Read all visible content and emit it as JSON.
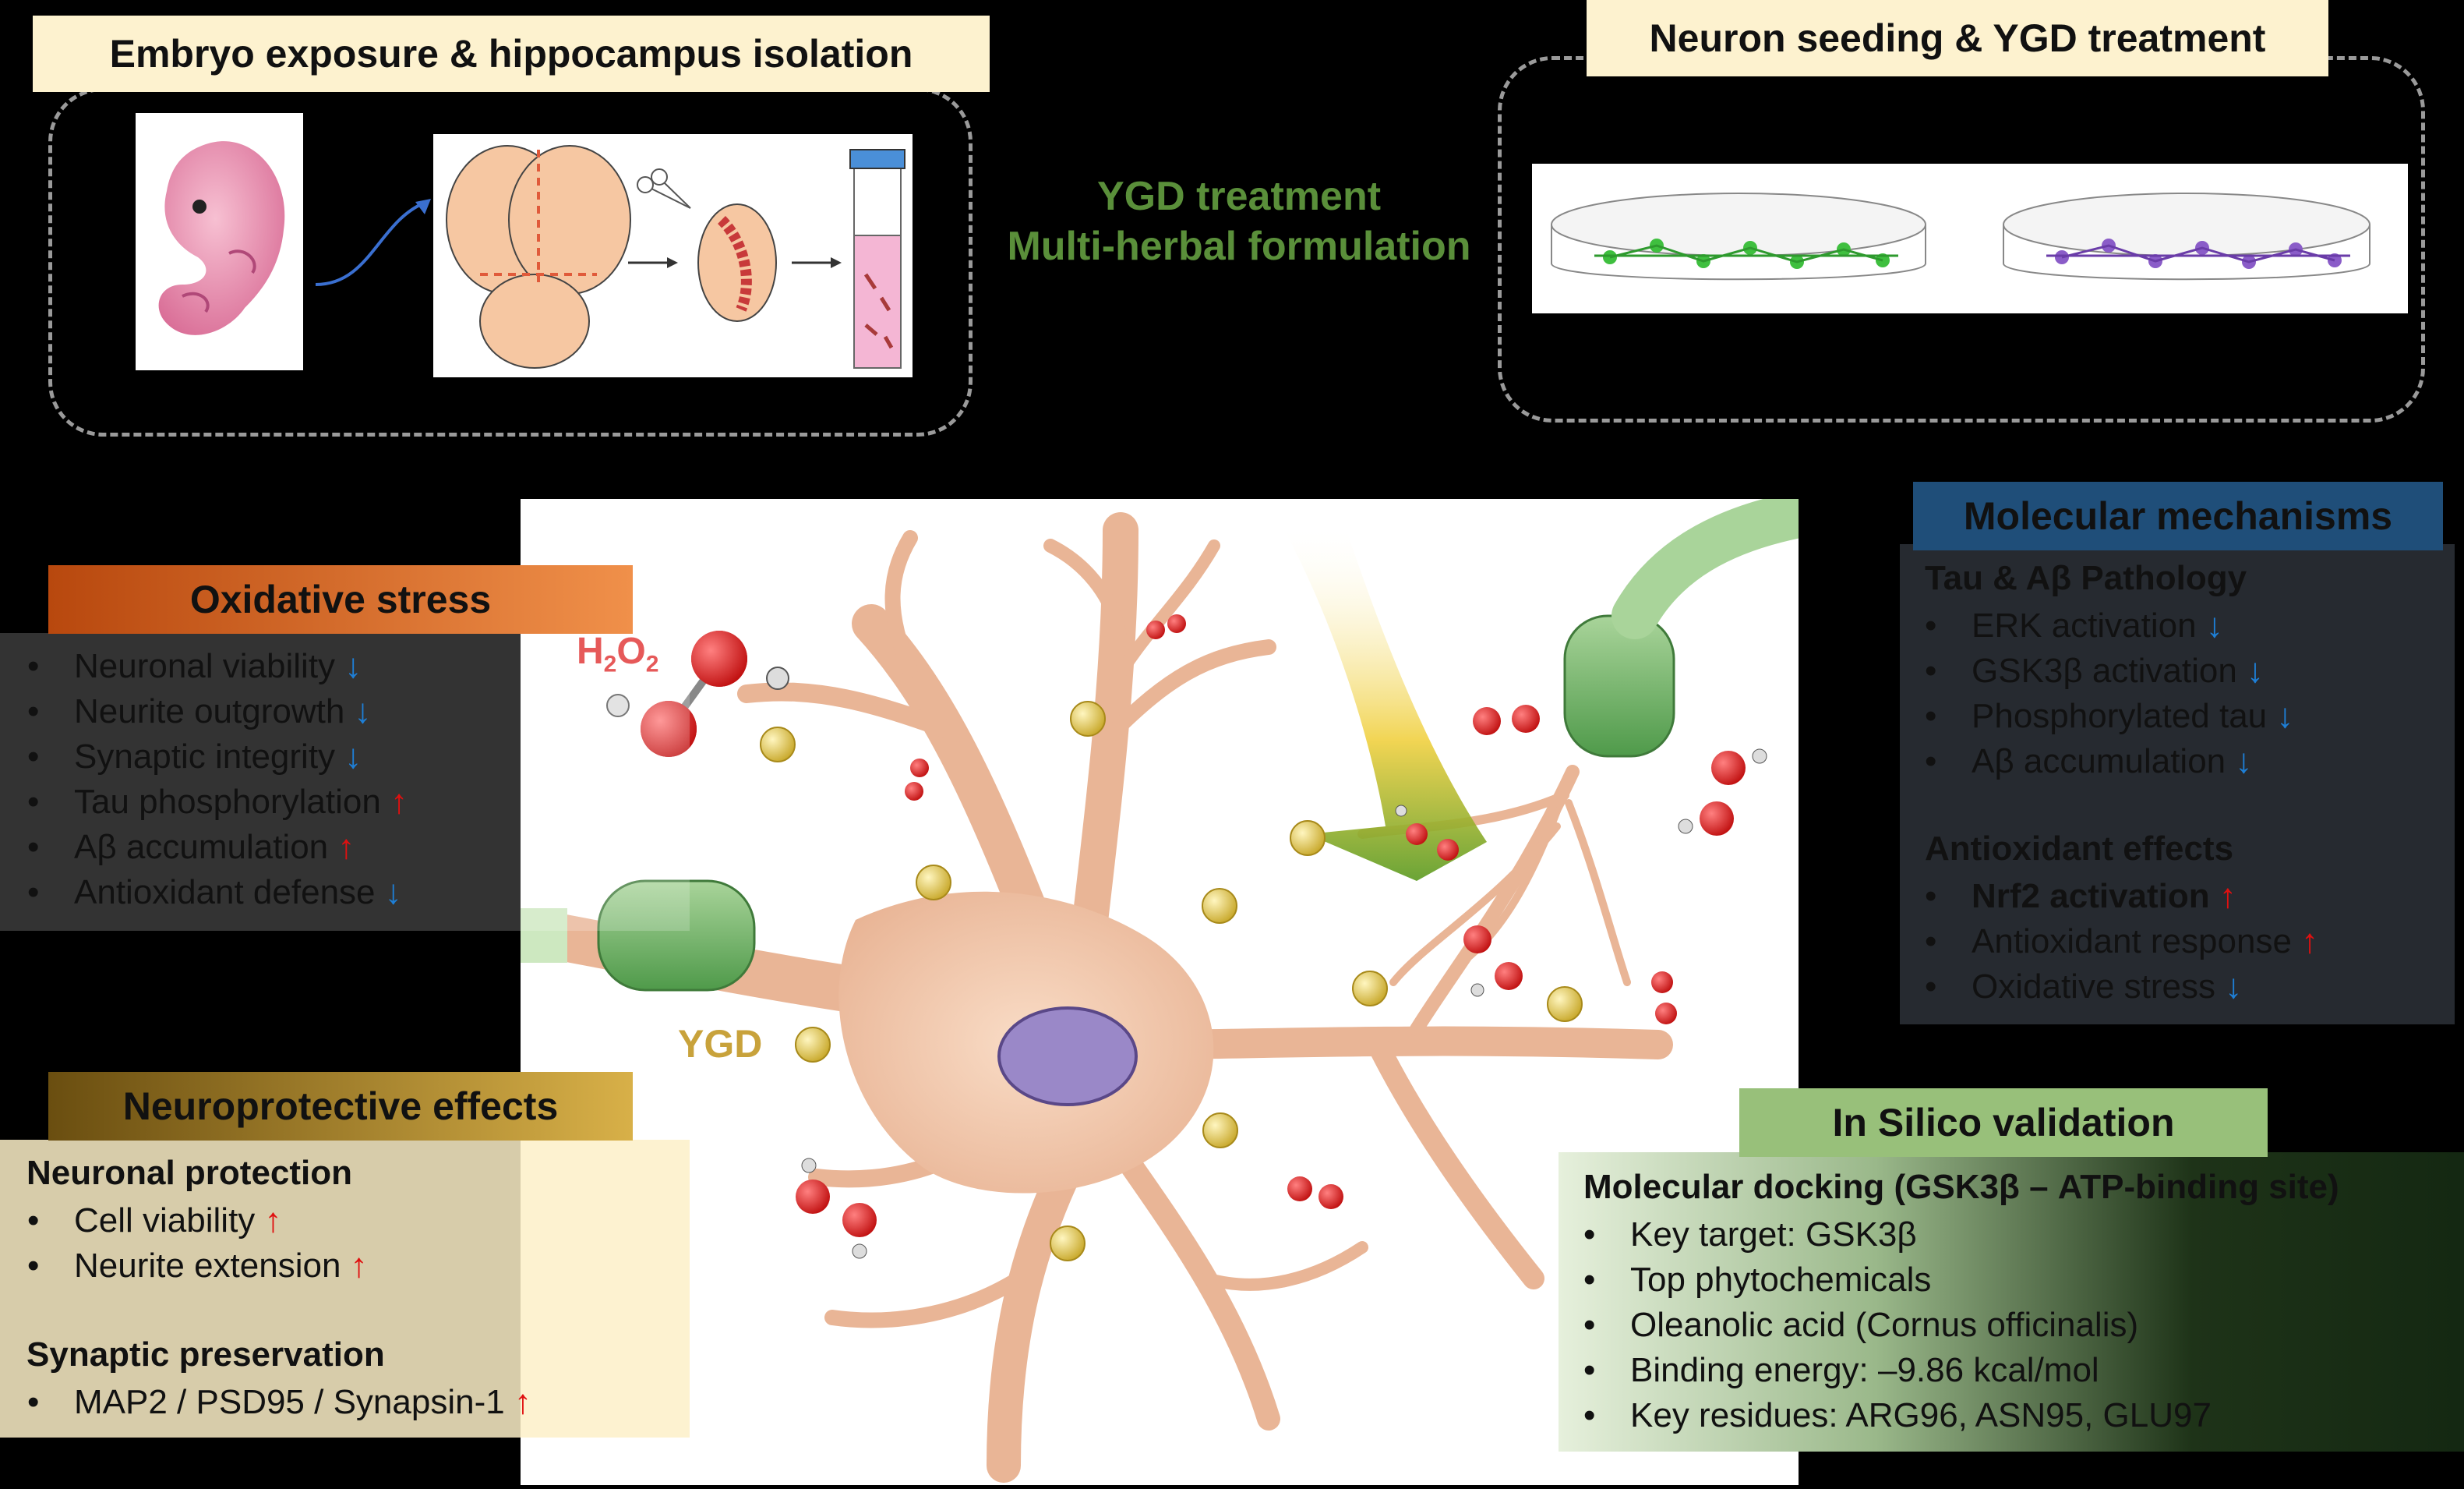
{
  "colors": {
    "background": "#000000",
    "header_cream": "#fdf2cf",
    "oxidative_header": "#f08a3c",
    "neuro_header": "#c9a22a",
    "molecular_header": "#1f4e79",
    "silico_header": "#98c07a",
    "ygd_green": "#5a8f3a",
    "ygd_gold": "#c8a23b",
    "h2o2_red": "#e03030",
    "arrow_up": "#e01010",
    "arrow_down": "#1e7fd6"
  },
  "top_left": {
    "title": "Embryo exposure & hippocampus isolation"
  },
  "top_right": {
    "title": "Neuron seeding & YGD treatment"
  },
  "ygd_label": {
    "line1": "YGD treatment",
    "line2": "Multi-herbal formulation"
  },
  "neuron": {
    "h2o2_main": "H",
    "h2o2_sub1": "2",
    "h2o2_mid": "O",
    "h2o2_sub2": "2",
    "ygd": "YGD"
  },
  "oxidative": {
    "title": "Oxidative stress",
    "items": [
      {
        "text": "Neuronal viability",
        "arrow": "↓",
        "dir": "down"
      },
      {
        "text": "Neurite outgrowth",
        "arrow": "↓",
        "dir": "down"
      },
      {
        "text": "Synaptic integrity",
        "arrow": "↓",
        "dir": "down"
      },
      {
        "text": "Tau phosphorylation",
        "arrow": "↑",
        "dir": "up"
      },
      {
        "text": "Aβ accumulation",
        "arrow": "↑",
        "dir": "up"
      },
      {
        "text": "Antioxidant defense",
        "arrow": "↓",
        "dir": "down"
      }
    ]
  },
  "neuroprotective": {
    "title": "Neuroprotective effects",
    "section1": "Neuronal protection",
    "items1": [
      {
        "text": "Cell viability",
        "arrow": "↑",
        "dir": "up"
      },
      {
        "text": "Neurite extension",
        "arrow": "↑",
        "dir": "up"
      }
    ],
    "section2": "Synaptic preservation",
    "items2": [
      {
        "text": "MAP2 / PSD95 / Synapsin-1",
        "arrow": "↑",
        "dir": "up"
      }
    ]
  },
  "molecular": {
    "title": "Molecular mechanisms",
    "section1": "Tau & Aβ Pathology",
    "items1": [
      {
        "text": "ERK activation",
        "arrow": "↓",
        "dir": "down"
      },
      {
        "text": "GSK3β activation",
        "arrow": "↓",
        "dir": "down"
      },
      {
        "text": "Phosphorylated tau",
        "arrow": "↓",
        "dir": "down"
      },
      {
        "text": "Aβ accumulation",
        "arrow": "↓",
        "dir": "down"
      }
    ],
    "section2": "Antioxidant effects",
    "items2": [
      {
        "text": "Nrf2 activation",
        "arrow": "↑",
        "dir": "up",
        "bold": true
      },
      {
        "text": "Antioxidant response",
        "arrow": "↑",
        "dir": "up"
      },
      {
        "text": "Oxidative stress",
        "arrow": "↓",
        "dir": "down"
      }
    ]
  },
  "silico": {
    "title": "In Silico validation",
    "section": "Molecular docking (GSK3β – ATP-binding site)",
    "items": [
      {
        "text": "Key target: GSK3β"
      },
      {
        "text": "Top phytochemicals"
      },
      {
        "text": "Oleanolic acid (Cornus officinalis)"
      },
      {
        "text": "Binding energy: –9.86 kcal/mol"
      },
      {
        "text": "Key residues: ARG96, ASN95, GLU97"
      }
    ]
  }
}
